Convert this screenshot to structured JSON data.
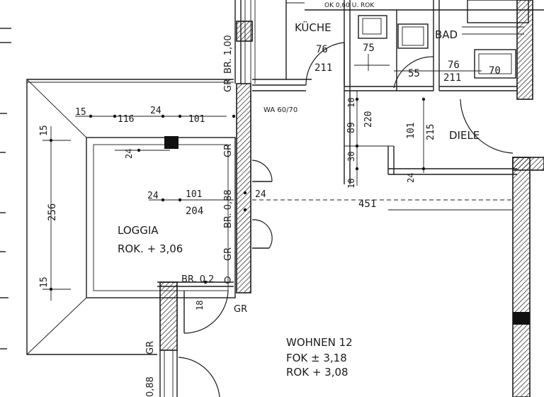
{
  "rooms": {
    "kueche": "KÜCHE",
    "bad": "BAD",
    "diele": "DIELE",
    "loggia": "LOGGIA",
    "loggia_rok": "ROK. + 3,06",
    "wohnen": "WOHNEN  12",
    "wohnen_fok": "FOK ± 3,18",
    "wohnen_rok": "ROK + 3,08"
  },
  "notes": {
    "top_fragment": "OK 0,60 U. ROK",
    "wa": "WA 60/70",
    "br100": "BR. 1,00",
    "gr": "GR",
    "br088": "BR. 0,88",
    "br02": "BR. 0,2",
    "o": "O",
    "bottom_088": "0,88"
  },
  "dims": {
    "d15a": "15",
    "d116": "116",
    "d24a": "24",
    "d101a": "101",
    "d24b": "24",
    "d15left": "15",
    "d256": "256",
    "d15bottom": "15",
    "d24c": "24",
    "d101b": "101",
    "d204": "204",
    "d24d": "24",
    "d451": "451",
    "d76a": "76",
    "d211a": "211",
    "d75": "75",
    "d10a": "10",
    "d89": "89",
    "d220": "220",
    "d30": "30",
    "d10b": "10",
    "d101c": "101",
    "d215": "215",
    "d24e": "24",
    "d55": "55",
    "d76b": "76",
    "d211b": "211",
    "d70": "70",
    "d18": "18"
  }
}
